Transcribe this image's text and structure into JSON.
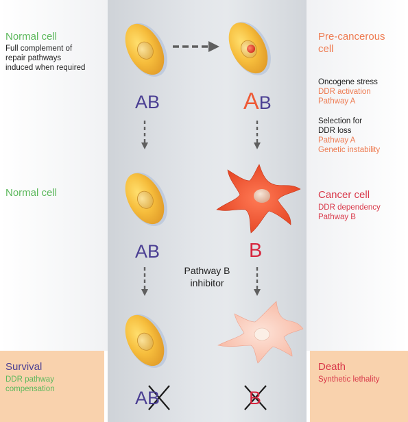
{
  "left": {
    "normal_cell_top": {
      "title": "Normal cell",
      "lines": [
        "Full complement of",
        "repair pathways",
        "induced when required"
      ]
    },
    "normal_cell_mid": {
      "title": "Normal cell"
    },
    "survival": {
      "title": "Survival",
      "lines": [
        "DDR pathway",
        "compensation"
      ]
    }
  },
  "right": {
    "precancerous": {
      "title_line1": "Pre-cancerous",
      "title_line2": "cell"
    },
    "oncogene": {
      "line1": "Oncogene stress",
      "line2": "DDR activation",
      "line3": "Pathway A"
    },
    "selection": {
      "line1": "Selection for",
      "line2": "DDR loss",
      "line3": "Pathway A",
      "line4": "Genetic instability"
    },
    "cancer": {
      "title": "Cancer cell",
      "line1": "DDR dependency",
      "line2": "Pathway B"
    },
    "death": {
      "title": "Death",
      "line1": "Synthetic lethality"
    }
  },
  "center": {
    "inhibitor_line1": "Pathway B",
    "inhibitor_line2": "inhibitor"
  },
  "labels": {
    "A": "A",
    "B": "B"
  },
  "colors": {
    "green": "#5cb85c",
    "orange": "#ee7a50",
    "red": "#d9394a",
    "purple": "#4b3f93",
    "peach": "#f9d2ad",
    "center_gray": "#d9dde2"
  }
}
